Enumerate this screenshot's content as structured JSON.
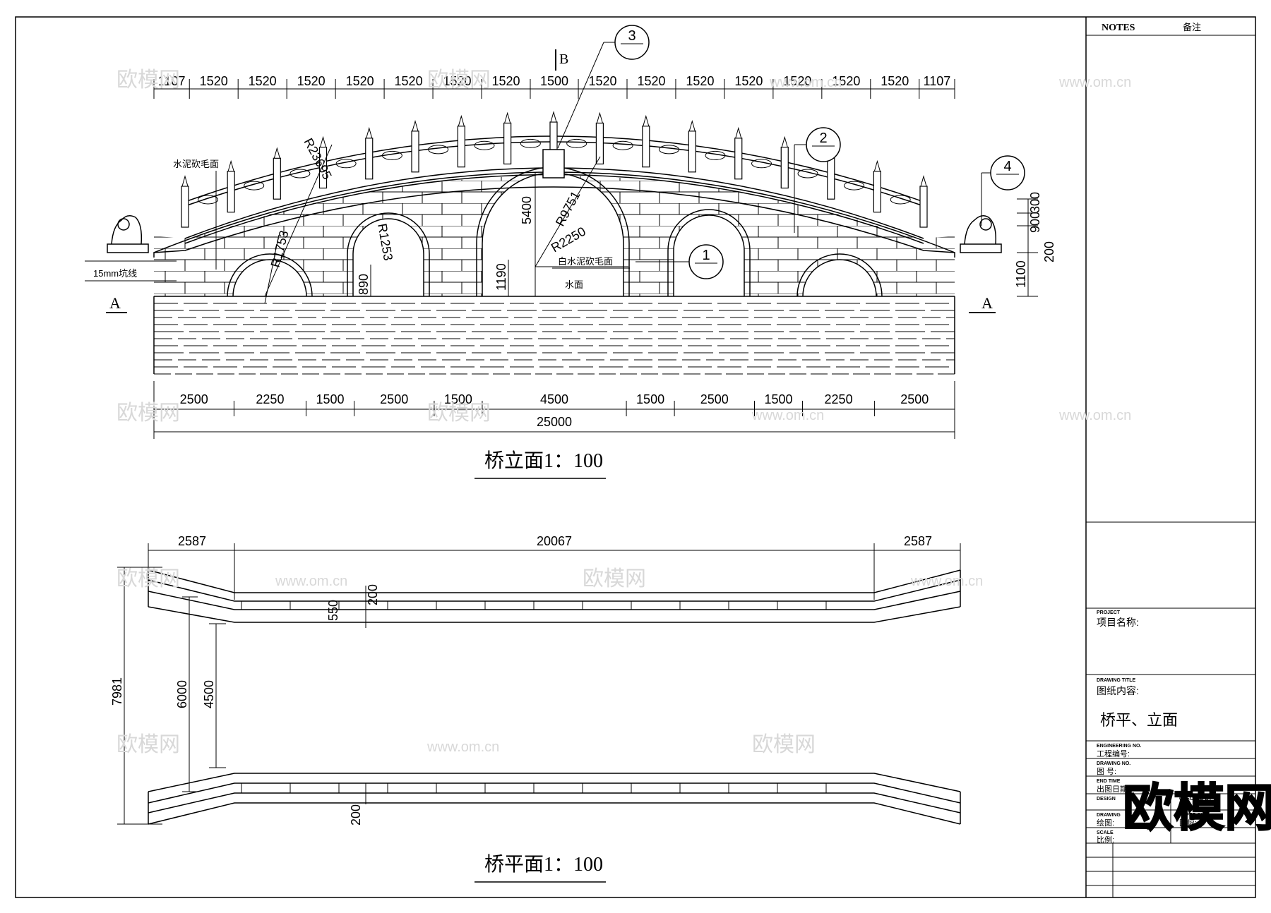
{
  "elevation": {
    "title": "桥立面1：100",
    "top_dims": [
      "1107",
      "1520",
      "1520",
      "1520",
      "1520",
      "1520",
      "1520",
      "1520",
      "1500",
      "1520",
      "1520",
      "1520",
      "1520",
      "1520",
      "1520",
      "1520",
      "1107"
    ],
    "bottom_dims": [
      "2500",
      "2250",
      "1500",
      "2500",
      "1500",
      "4500",
      "1500",
      "2500",
      "1500",
      "2250",
      "2500"
    ],
    "overall": "25000",
    "section_b": "B",
    "section_a": "A",
    "radius_1": "R23695",
    "radius_2": "R1753",
    "radius_3": "R1253",
    "radius_4": "R9751",
    "radius_5": "R2250",
    "h_5400": "5400",
    "h_890": "890",
    "h_1190": "1190",
    "right_dim_900": "900",
    "right_dim_300": "300",
    "right_dim_200": "200",
    "right_dim_1100": "1100",
    "note_cement": "水泥砍毛面",
    "note_white_cement": "白水泥砍毛面",
    "note_groove": "15mm坑线",
    "note_water": "水面",
    "callouts": [
      "1",
      "2",
      "3",
      "4"
    ]
  },
  "plan": {
    "title": "桥平面1：100",
    "top_dims": [
      "2587",
      "20067",
      "2587"
    ],
    "dim_7981": "7981",
    "dim_6000": "6000",
    "dim_4500": "4500",
    "dim_200_top": "200",
    "dim_550": "550",
    "dim_200_bottom": "200"
  },
  "title_block": {
    "notes_en": "NOTES",
    "notes_cn": "备注",
    "project_en": "PROJECT",
    "project_cn": "项目名称:",
    "drawing_title_en": "DRAWING TITLE",
    "drawing_title_cn": "图纸内容:",
    "drawing_title_value": "桥平、立面",
    "engineering_no_en": "ENGINEERING NO.",
    "engineering_no_cn": "工程编号:",
    "drawing_no_en": "DRAWING NO.",
    "drawing_no_cn": "图  号:",
    "end_time_en": "END TIME",
    "end_time_cn": "出图日期:",
    "design_en": "DESIGN",
    "checked_en": "CHECKED BY",
    "drawing_en": "DRAWING",
    "drawing_cn": "绘图:",
    "paper_size_en": "PAPER SIZE",
    "paper_size_cn": "图幅:",
    "scale_en": "SCALE",
    "scale_cn": "比例:"
  },
  "watermark": {
    "logo": "欧模网",
    "url": "www.om.cn"
  }
}
